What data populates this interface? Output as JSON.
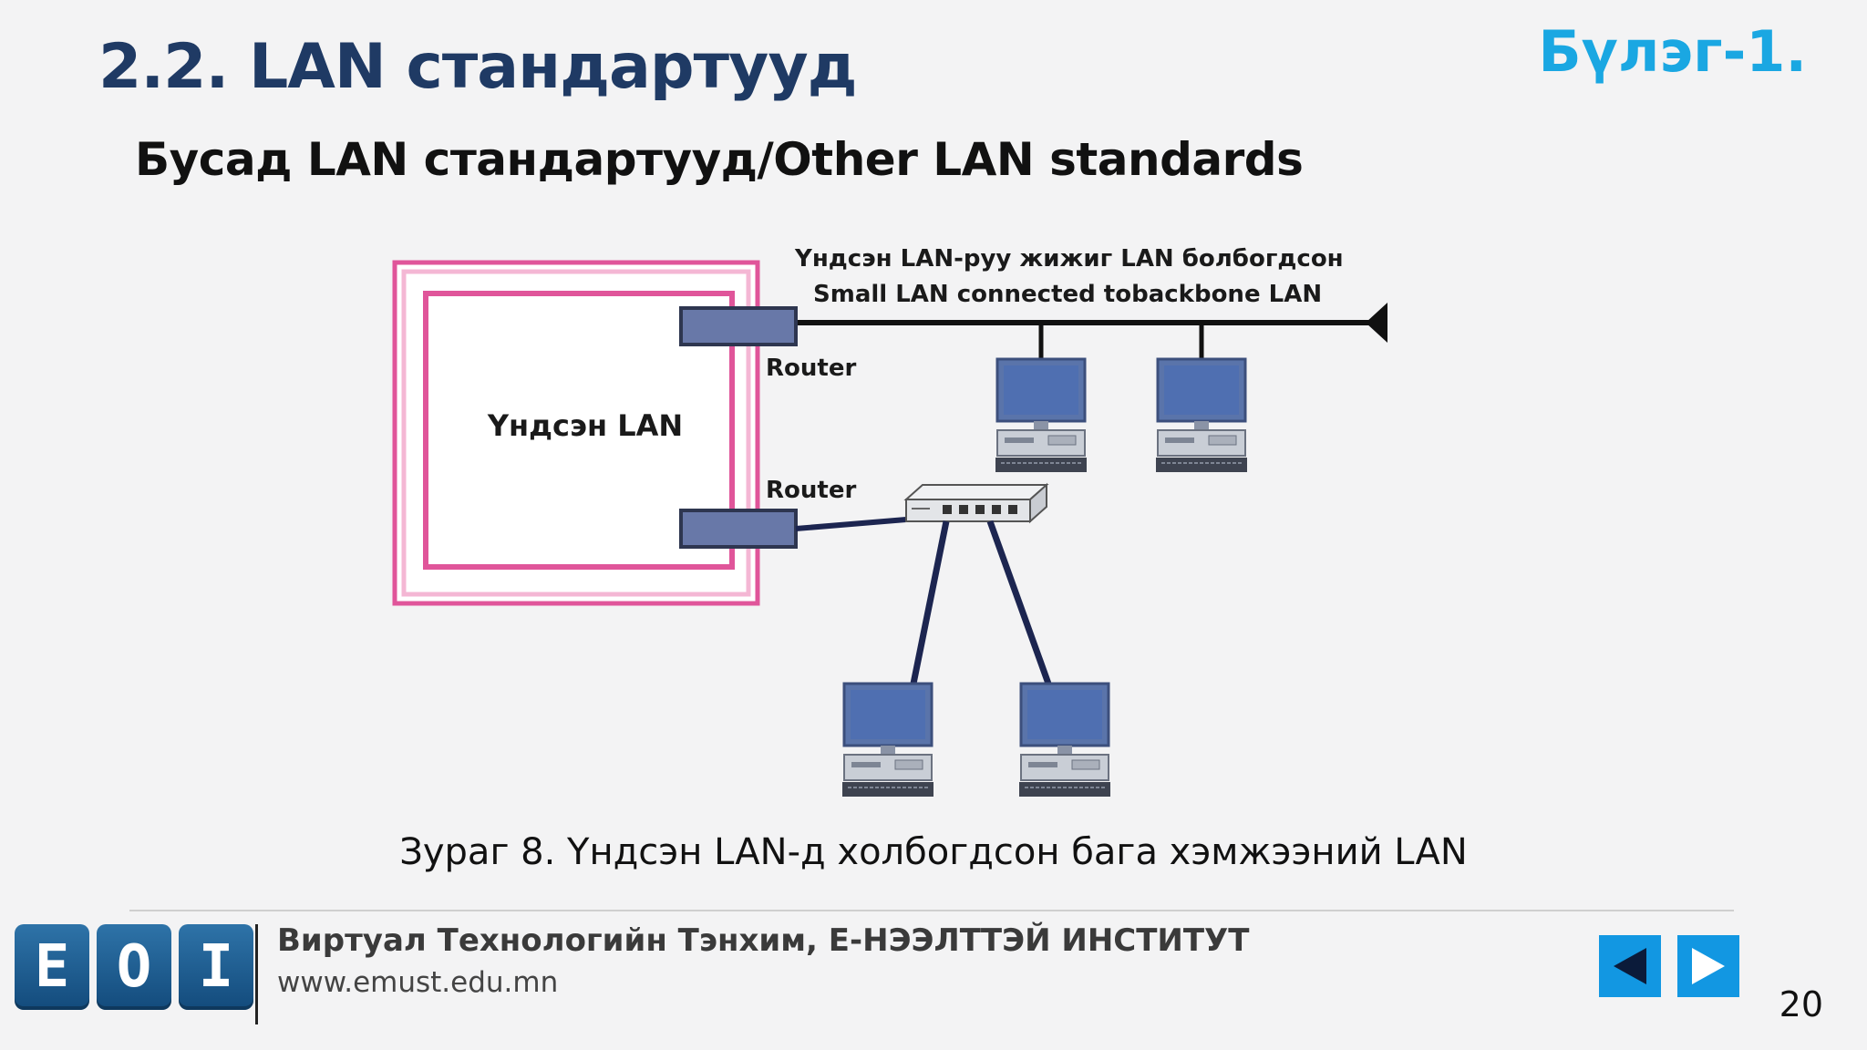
{
  "slide": {
    "title": "2.2. LAN стандартууд",
    "chapter": "Бүлэг-1.",
    "subtitle": "Бусад LAN стандартууд/Other LAN standards",
    "page_number": "20"
  },
  "diagram": {
    "backbone_label_mn": "Үндсэн LAN-руу жижиг LAN болбогдсон",
    "backbone_label_en": "Small LAN connected tobackbone LAN",
    "main_lan_label": "Үндсэн LAN",
    "router_top_label": "Router",
    "router_bottom_label": "Router",
    "caption": "Зураг 8. Үндсэн LAN-д холбогдсон бага хэмжээний LAN"
  },
  "footer": {
    "institute": "Виртуал Технологийн Тэнхим, Е-НЭЭЛТТЭЙ ИНСТИТУТ",
    "website": "www.emust.edu.mn",
    "logo_letters": [
      "E",
      "O",
      "I"
    ]
  },
  "colors": {
    "title": "#1f3a64",
    "chapter": "#1aa7e2",
    "frame_pink": "#e0559a",
    "router": "#6878a8",
    "monitor": "#4f6fb1",
    "nav_button": "#1297e2"
  }
}
